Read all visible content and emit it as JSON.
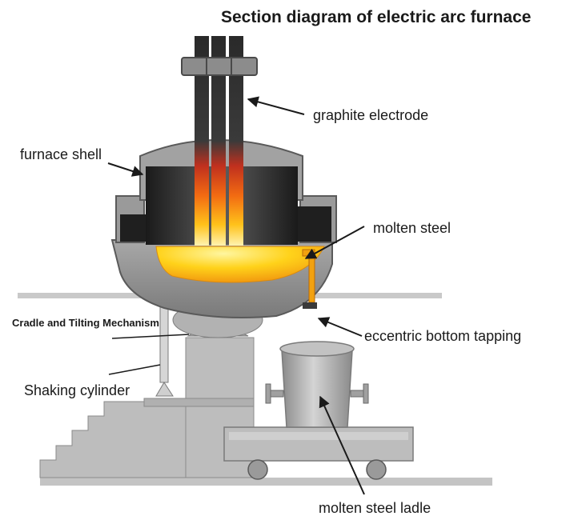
{
  "title": "Section diagram of electric arc furnace",
  "labels": {
    "graphite_electrode": "graphite electrode",
    "furnace_shell": "furnace shell",
    "molten_steel": "molten steel",
    "cradle": "Cradle and Tilting Mechanism",
    "eccentric_tapping": "eccentric bottom tapping",
    "shaking_cylinder": "Shaking cylinder",
    "ladle": "molten steel ladle"
  },
  "colors": {
    "shell_gray": "#8f8f8f",
    "shell_dark": "#5a5a5a",
    "interior_dark": "#2a2a2a",
    "molten_yellow": "#ffd21a",
    "molten_orange": "#f29a0f",
    "arc_red": "#e0301e",
    "floor_gray": "#c4c4c4",
    "pedestal_gray": "#bdbdbd"
  }
}
